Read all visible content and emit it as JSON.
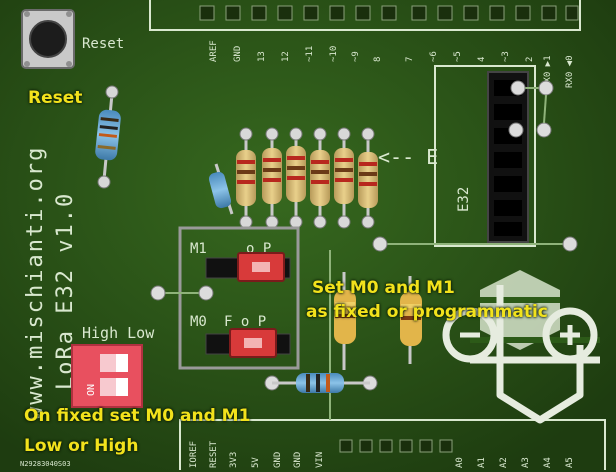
{
  "board": {
    "reset_button_label": "Reset",
    "vertical_brand": "www.mischianti.org",
    "vertical_model": "LoRa E32 v1.0",
    "module_label": "E32",
    "arrow_label": "<-- E",
    "high_low_label": "High Low",
    "dip_text": "ON",
    "jumper_m1": "M1",
    "jumper_m1_opts": "o  P",
    "jumper_m0": "M0",
    "jumper_m0_opts": "F  o  P",
    "header_top": [
      "AREF",
      "GND",
      "13",
      "12",
      "~11",
      "~10",
      "~9",
      "8",
      "7",
      "~6",
      "~5",
      "4",
      "~3",
      "2",
      "TX0 ▶1",
      "RX0 ◀0"
    ],
    "header_bottom": [
      "IOREF",
      "RESET",
      "3V3",
      "5V",
      "GND",
      "GND",
      "VIN",
      "A0",
      "A1",
      "A2",
      "A3",
      "A4",
      "A5"
    ],
    "serial": "N29283040S03",
    "colors": {
      "pcb": "#2c5a18",
      "callout": "#f2e21c",
      "jumper": "#d83a3a",
      "dip": "#e8505f"
    }
  },
  "callouts": {
    "reset": "Reset",
    "set_m0_m1_line1": "Set M0 and M1",
    "set_m0_m1_line2": "as fixed or programmatic",
    "fixed_line1": "On fixed set M0 and M1",
    "fixed_line2": "Low or High"
  }
}
